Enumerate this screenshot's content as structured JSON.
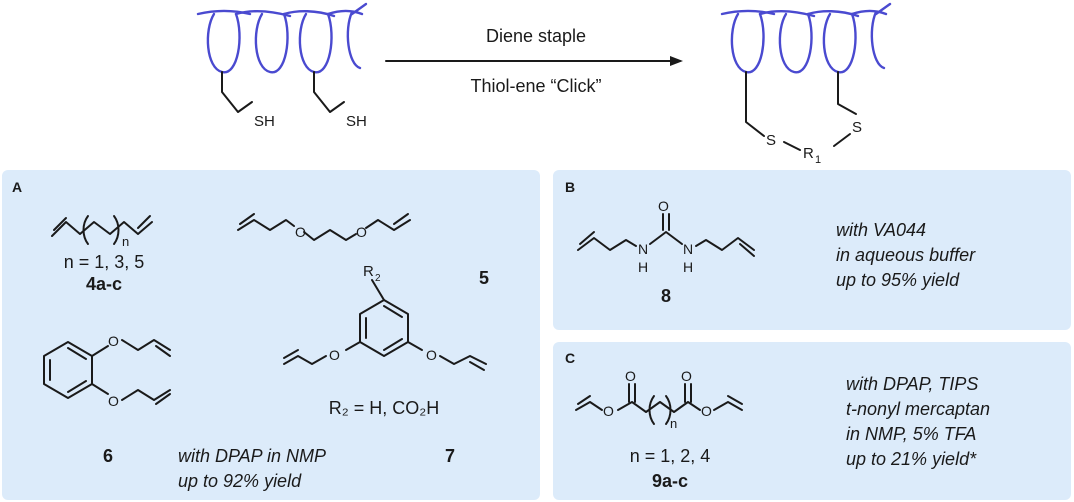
{
  "reaction": {
    "arrow_label_top": "Diene staple",
    "arrow_label_bottom": "Thiol-ene “Click”",
    "sh_left": "SH",
    "sh_right": "SH",
    "s_left": "S",
    "r1": "R",
    "r1_sub": "1",
    "s_right": "S"
  },
  "panel_a": {
    "letter": "A",
    "sub_n": "n",
    "n_text": "n = 1, 3, 5",
    "label_4": "4a-c",
    "label_5": "5",
    "label_6": "6",
    "label_7": "7",
    "o_atom": "O",
    "r2": "R",
    "r2_sub": "2",
    "r2_text": "R₂ = H, CO₂H",
    "cond_line1": "with DPAP in NMP",
    "cond_line2": "up to 92% yield"
  },
  "panel_b": {
    "letter": "B",
    "o_atom": "O",
    "n_atom": "N",
    "h_atom": "H",
    "label_8": "8",
    "cond_line1": "with VA044",
    "cond_line2": "in aqueous buffer",
    "cond_line3": "up to 95% yield"
  },
  "panel_c": {
    "letter": "C",
    "o_atom": "O",
    "sub_n": "n",
    "n_text": "n = 1, 2, 4",
    "label_9": "9a-c",
    "cond_line1": "with DPAP, TIPS",
    "cond_line2": "t-nonyl mercaptan",
    "cond_line3": "in NMP, 5% TFA",
    "cond_line4": "up to 21% yield*"
  },
  "colors": {
    "panel_bg": "#dcebfa",
    "helix": "#4a4ad0",
    "ink": "#1a1a1a"
  }
}
